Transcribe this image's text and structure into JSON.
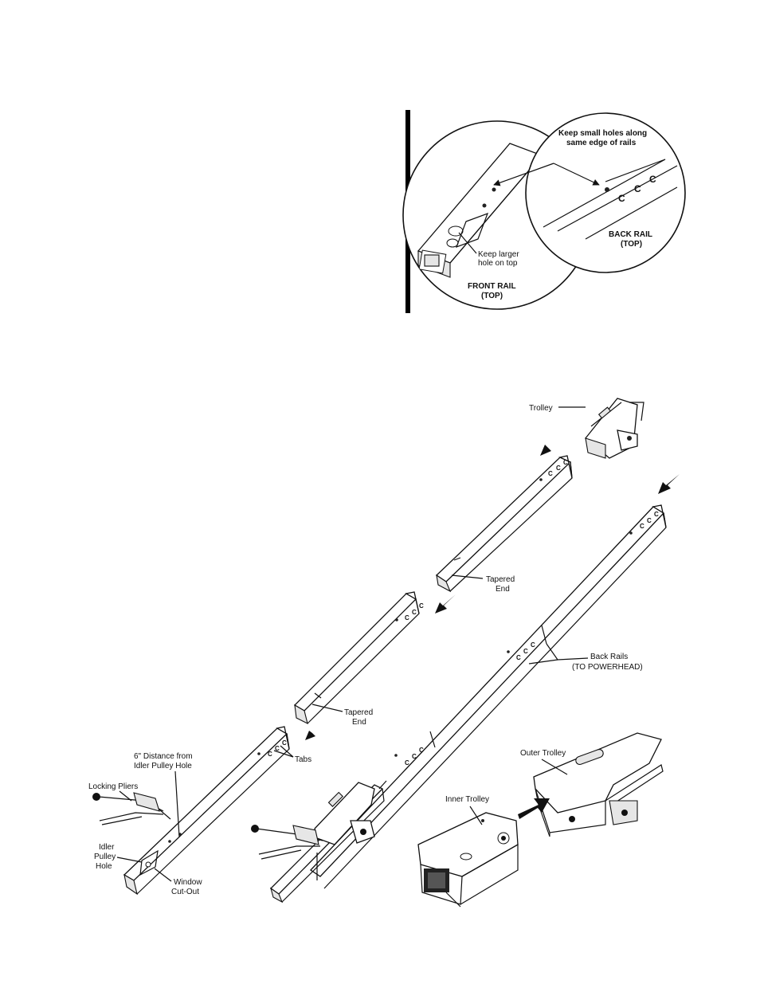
{
  "callouts": {
    "small_holes": [
      "Keep small holes along",
      "same edge of rails"
    ],
    "larger_hole": [
      "Keep larger",
      "hole on top"
    ],
    "front_rail": [
      "FRONT RAIL",
      "(TOP)"
    ],
    "back_rail": [
      "BACK RAIL",
      "(TOP)"
    ]
  },
  "labels": {
    "trolley": "Trolley",
    "tapered_end_1": [
      "Tapered",
      "End"
    ],
    "tapered_end_2": [
      "Tapered",
      "End"
    ],
    "back_rails": [
      "Back Rails",
      "(TO POWERHEAD)"
    ],
    "tabs": "Tabs",
    "distance": [
      "6\" Distance from",
      "Idler Pulley Hole"
    ],
    "locking_pliers": "Locking Pliers",
    "idler_pulley_hole": [
      "Idler",
      "Pulley",
      "Hole"
    ],
    "window_cutout": [
      "Window",
      "Cut-Out"
    ],
    "outer_trolley": "Outer Trolley",
    "inner_trolley": "Inner Trolley"
  }
}
